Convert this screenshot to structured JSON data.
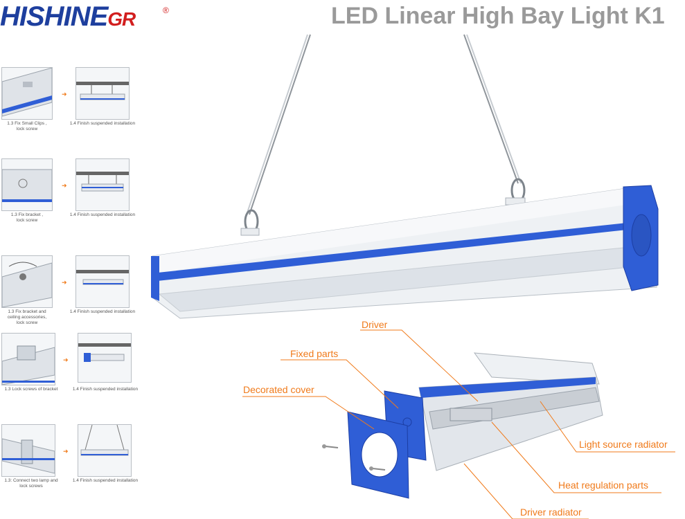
{
  "brand": {
    "name": "HISHINE",
    "suffix": "GR",
    "registered": "®"
  },
  "title": "LED Linear High Bay Light K1",
  "steps": [
    {
      "left": "1.3 Fix Small Clips ,\nlock screw",
      "right": "1.4 Finish suspended installation"
    },
    {
      "left": "1.3 Fix bracket ,\nlock screw",
      "right": "1.4 Finish suspended installation"
    },
    {
      "left": "1.3 Fix bracket and\nceiling accessories,\nlock screw",
      "right": "1.4 Finish suspended installation"
    },
    {
      "left": "1.3   Lock screws of bracket",
      "right": "1.4 Finish suspended installation"
    },
    {
      "left": "1.3: Connect two lamp and\nlock screws",
      "right": "1.4 Finish suspended installation"
    }
  ],
  "parts": {
    "driver": "Driver",
    "fixed_parts": "Fixed parts",
    "decorated_cover": "Decorated cover",
    "light_source_radiator": "Light source radiator",
    "heat_regulation_parts": "Heat regulation parts",
    "driver_radiator": "Driver radiator"
  },
  "colors": {
    "brand_blue": "#1e3f9e",
    "accent_red": "#d21f1f",
    "callout_orange": "#f07a1a",
    "fixture_blue": "#2f5ed6",
    "title_gray": "#9a9a9a"
  }
}
